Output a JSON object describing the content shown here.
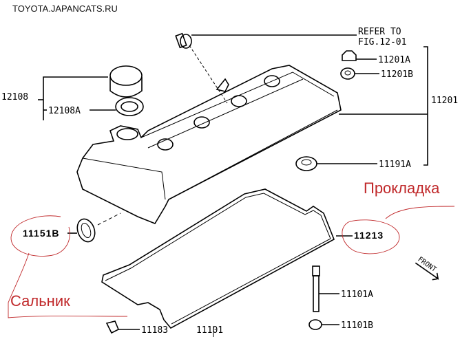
{
  "watermark": "TOYOTA.JAPANCATS.RU",
  "reference": {
    "line1": "REFER TO",
    "line2": "FIG.12-01"
  },
  "parts": {
    "p11201A": "11201A",
    "p11201B": "11201B",
    "p11201": "11201",
    "p12108": "12108",
    "p12108A": "12108A",
    "p11191A": "11191A",
    "p11213": "11213",
    "p11151B": "11151B",
    "p11101A": "11101A",
    "p11101B": "11101B",
    "p11183": "11183",
    "p11101": "11101"
  },
  "annotations": {
    "gasket": "Прокладка",
    "seal": "Сальник"
  },
  "front_label": "FRONT",
  "colors": {
    "annotation": "#c0282a",
    "line": "#000000"
  }
}
